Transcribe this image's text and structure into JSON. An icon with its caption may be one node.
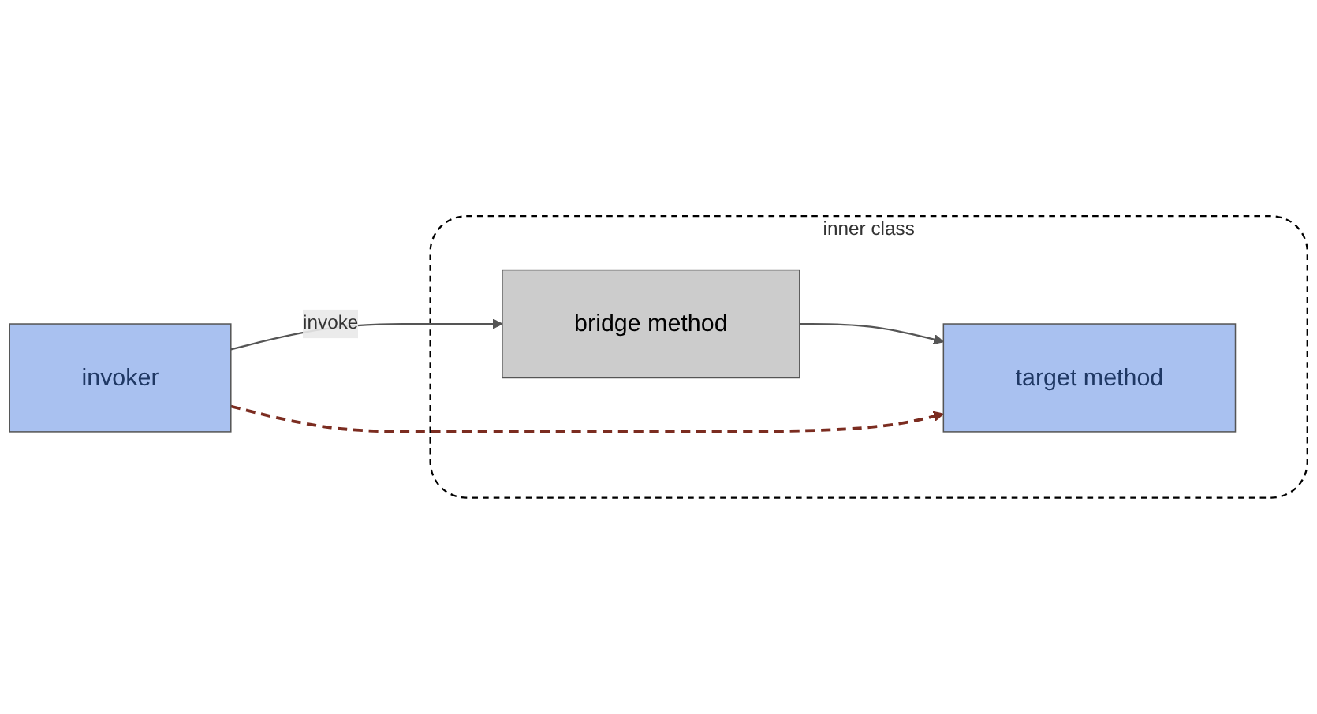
{
  "diagram": {
    "nodes": [
      {
        "text": [
          "inner class"
        ]
      },
      {
        "text": [
          "invoker"
        ]
      },
      {
        "text": [
          "bridge method"
        ],
        "in": 0
      },
      {
        "text": [
          "target method"
        ],
        "in": 0
      }
    ],
    "edges": [
      {
        "from": 1,
        "to": 2,
        "arrow": "to",
        "label": "invoke"
      },
      {
        "from": 2,
        "to": 3,
        "arrow": "to"
      },
      {
        "from": 1,
        "to": 3,
        "arrow": "to",
        "style": "dashed",
        "color": "#7b2c20"
      }
    ]
  }
}
